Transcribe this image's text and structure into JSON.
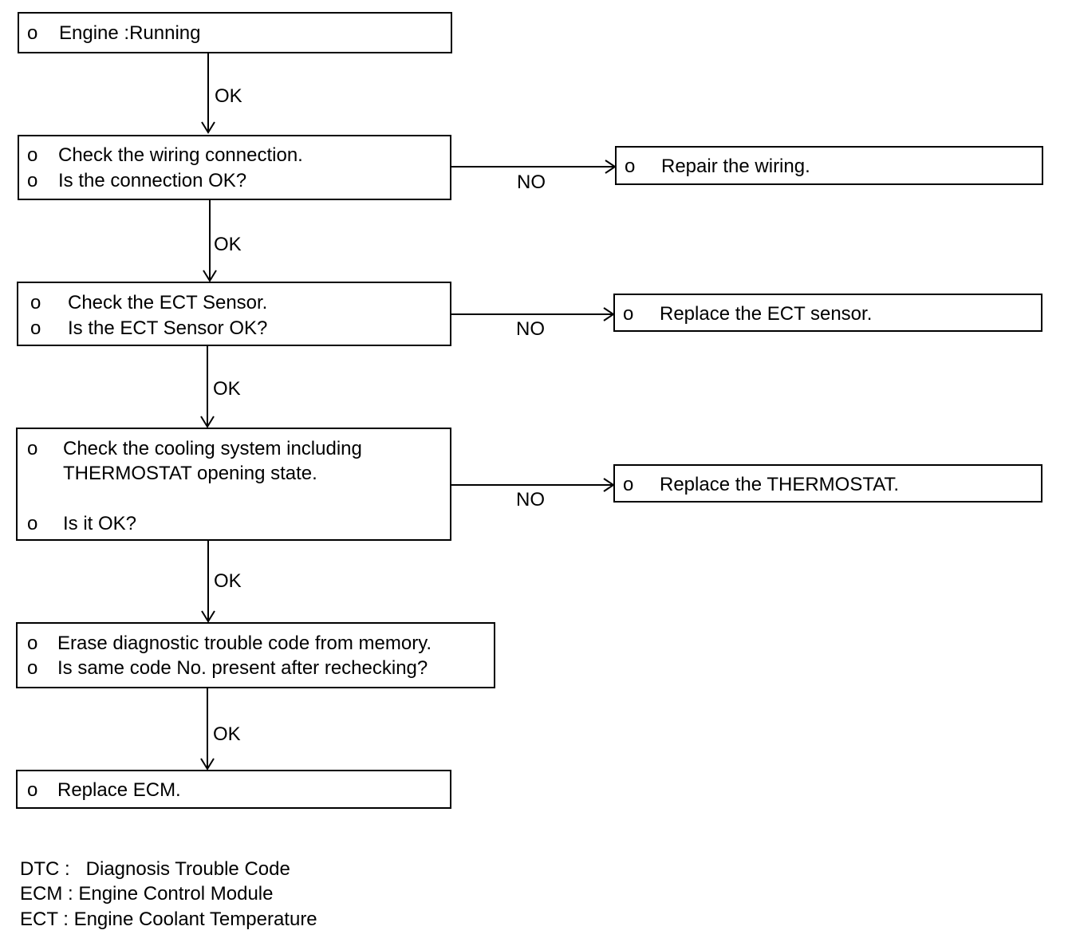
{
  "bullet": "o",
  "steps": {
    "engine_running": {
      "lines": [
        "Engine :Running"
      ]
    },
    "check_wiring": {
      "lines": [
        "Check the wiring connection.",
        "Is the connection OK?"
      ]
    },
    "check_ect": {
      "lines": [
        "Check the ECT Sensor.",
        "Is the ECT Sensor OK?"
      ]
    },
    "check_cooling": {
      "lines": [
        "Check the cooling system including",
        "THERMOSTAT opening state.",
        "Is it OK?"
      ]
    },
    "erase_dtc": {
      "lines": [
        "Erase diagnostic trouble code from memory.",
        "Is same code No. present after rechecking?"
      ]
    },
    "replace_ecm": {
      "lines": [
        "Replace ECM."
      ]
    }
  },
  "actions": {
    "repair_wiring": {
      "lines": [
        "Repair the wiring."
      ]
    },
    "replace_ect": {
      "lines": [
        "Replace the ECT sensor."
      ]
    },
    "replace_thermostat": {
      "lines": [
        "Replace the THERMOSTAT."
      ]
    }
  },
  "labels": {
    "ok": "OK",
    "no": "NO"
  },
  "legend": [
    "DTC :   Diagnosis Trouble Code",
    "ECM : Engine Control Module",
    "ECT : Engine Coolant Temperature"
  ]
}
